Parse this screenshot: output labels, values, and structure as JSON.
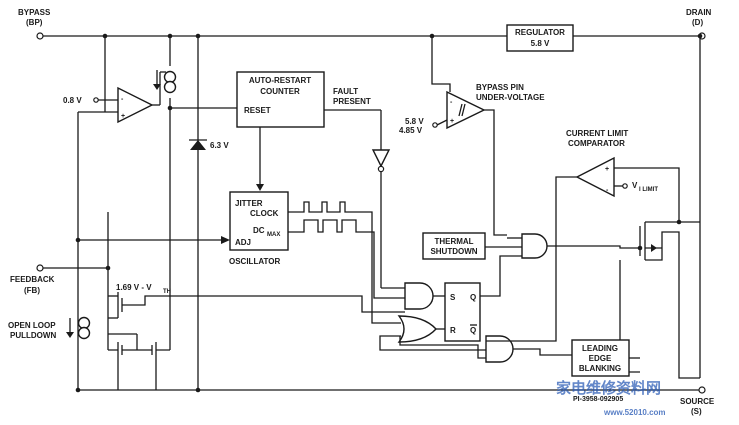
{
  "pins": {
    "bypass_name": "BYPASS",
    "bypass_code": "(BP)",
    "drain_name": "DRAIN",
    "drain_code": "(D)",
    "feedback_name": "FEEDBACK",
    "feedback_code": "(FB)",
    "source_name": "SOURCE",
    "source_code": "(S)"
  },
  "blocks": {
    "regulator_line1": "REGULATOR",
    "regulator_line2": "5.8 V",
    "auto_restart_line1": "AUTO-RESTART",
    "auto_restart_line2": "COUNTER",
    "auto_restart_reset": "RESET",
    "oscillator_jitter": "JITTER",
    "oscillator_clock": "CLOCK",
    "oscillator_dc": "DC",
    "oscillator_dc_sub": "MAX",
    "oscillator_adj": "ADJ",
    "oscillator_name": "OSCILLATOR",
    "thermal_line1": "THERMAL",
    "thermal_line2": "SHUTDOWN",
    "leb_line1": "LEADING",
    "leb_line2": "EDGE",
    "leb_line3": "BLANKING",
    "latch_s": "S",
    "latch_r": "R",
    "latch_q": "Q",
    "latch_qbar": "Q"
  },
  "labels": {
    "fault_line1": "FAULT",
    "fault_line2": "PRESENT",
    "bypass_uv_line1": "BYPASS PIN",
    "bypass_uv_line2": "UNDER-VOLTAGE",
    "uv_high": "5.8 V",
    "uv_low": "4.85 V",
    "current_limit_line1": "CURRENT LIMIT",
    "current_limit_line2": "COMPARATOR",
    "vlimit_main": "V",
    "vlimit_sub": "I LIMIT",
    "ref_08": "0.8 V",
    "zener": "6.3 V",
    "vth_main": "1.69 V - V",
    "vth_sub": "TH",
    "pulldown_line1": "OPEN LOOP",
    "pulldown_line2": "PULLDOWN",
    "figure_id": "PI-3958-092905"
  },
  "watermark": {
    "main": "家电维修资料网",
    "url": "www.52010.com"
  },
  "colors": {
    "line": "#1a1a1a",
    "background": "#ffffff",
    "watermark": "#2f5fb7"
  }
}
